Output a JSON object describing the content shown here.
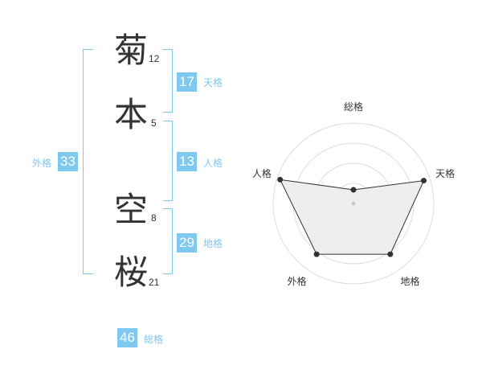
{
  "name": {
    "chars": [
      {
        "char": "菊",
        "strokes": "12"
      },
      {
        "char": "本",
        "strokes": "5"
      },
      {
        "char": "空",
        "strokes": "8"
      },
      {
        "char": "桜",
        "strokes": "21"
      }
    ]
  },
  "kaku": {
    "tenkaku": {
      "value": "17",
      "label": "天格"
    },
    "jinkaku": {
      "value": "13",
      "label": "人格"
    },
    "chikaku": {
      "value": "29",
      "label": "地格"
    },
    "gaikaku": {
      "value": "33",
      "label": "外格"
    },
    "soukaku": {
      "value": "46",
      "label": "総格"
    }
  },
  "colors": {
    "accent": "#7fc8f0",
    "text": "#333333",
    "radar_fill": "#eeeeee",
    "grid": "#dddddd"
  },
  "chart_data": {
    "type": "radar",
    "axes": [
      "総格",
      "天格",
      "地格",
      "外格",
      "人格"
    ],
    "values": [
      0.17,
      0.92,
      0.78,
      0.78,
      0.96
    ],
    "scale_max": 1,
    "grid_rings": 4
  }
}
